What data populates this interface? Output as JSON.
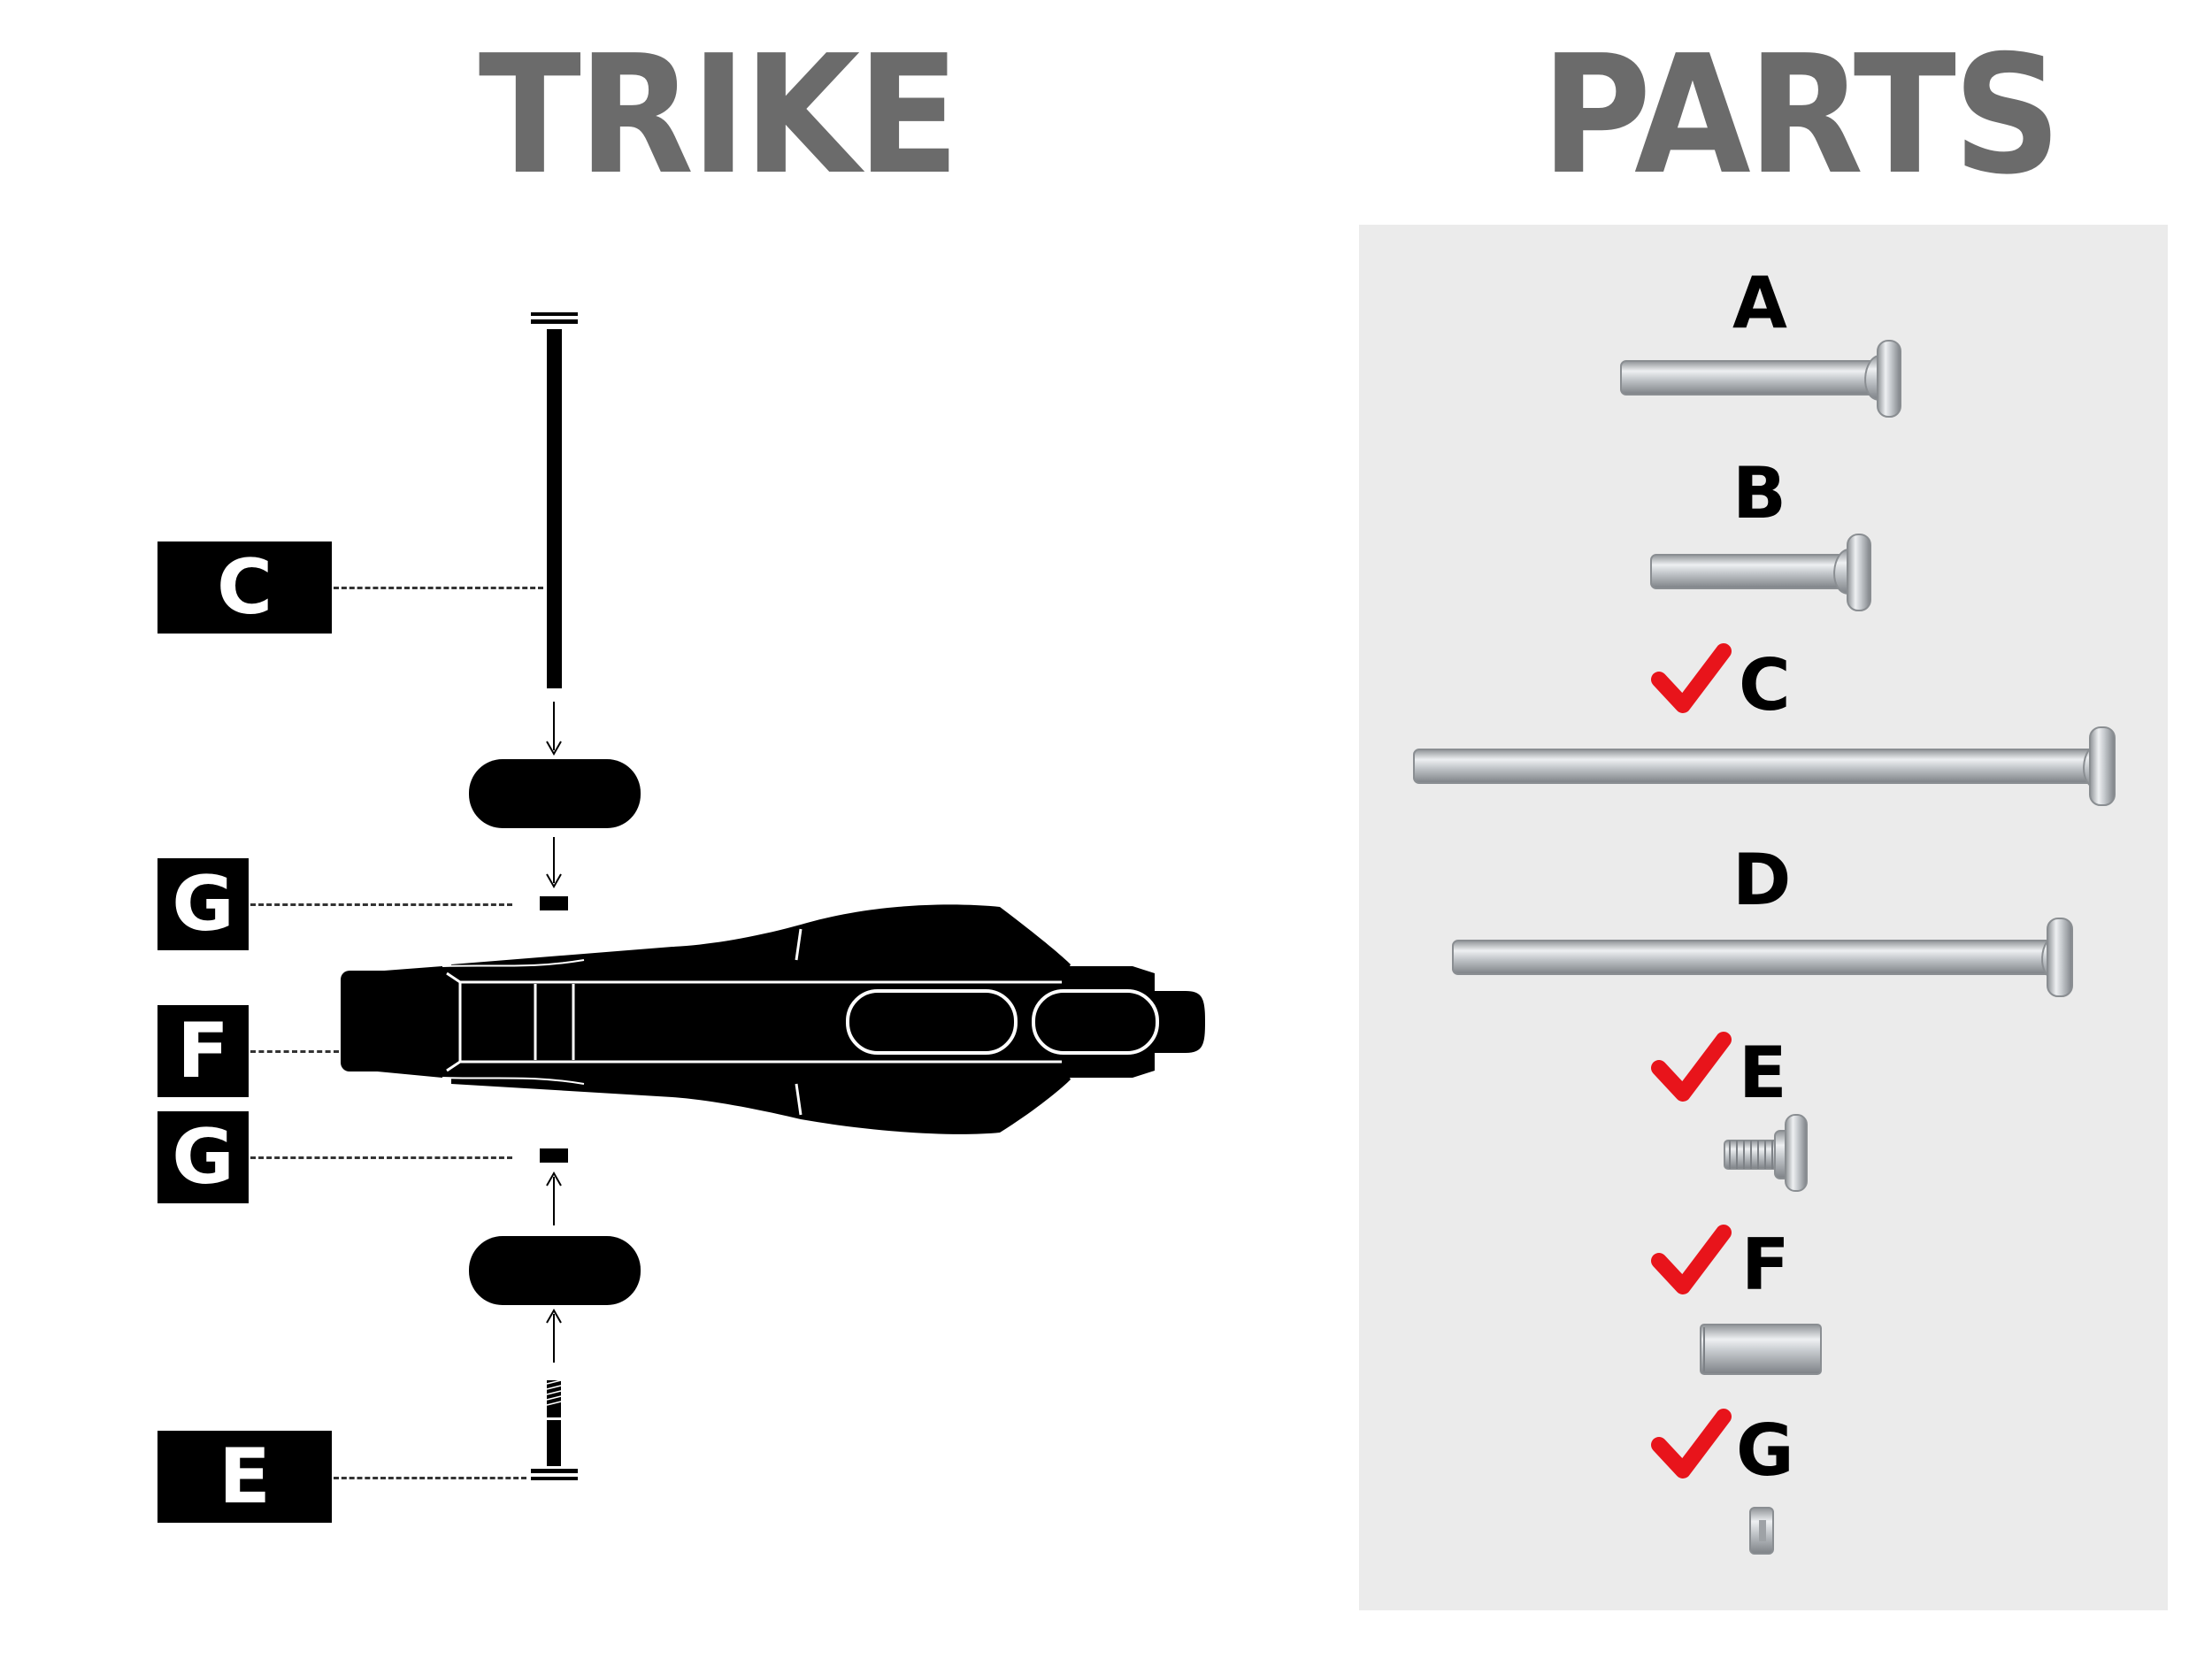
{
  "headers": {
    "trike": "TRIKE",
    "parts": "PARTS"
  },
  "trike_callouts": [
    {
      "letter": "C"
    },
    {
      "letter": "G"
    },
    {
      "letter": "F"
    },
    {
      "letter": "G"
    },
    {
      "letter": "E"
    }
  ],
  "parts": [
    {
      "letter": "A",
      "checked": false
    },
    {
      "letter": "B",
      "checked": false
    },
    {
      "letter": "C",
      "checked": true
    },
    {
      "letter": "D",
      "checked": false
    },
    {
      "letter": "E",
      "checked": true
    },
    {
      "letter": "F",
      "checked": true
    },
    {
      "letter": "G",
      "checked": true
    }
  ],
  "colors": {
    "header": "#6b6b6b",
    "check": "#e8141b",
    "panel": "#ebebeb",
    "metal": "#c9ccd0"
  }
}
